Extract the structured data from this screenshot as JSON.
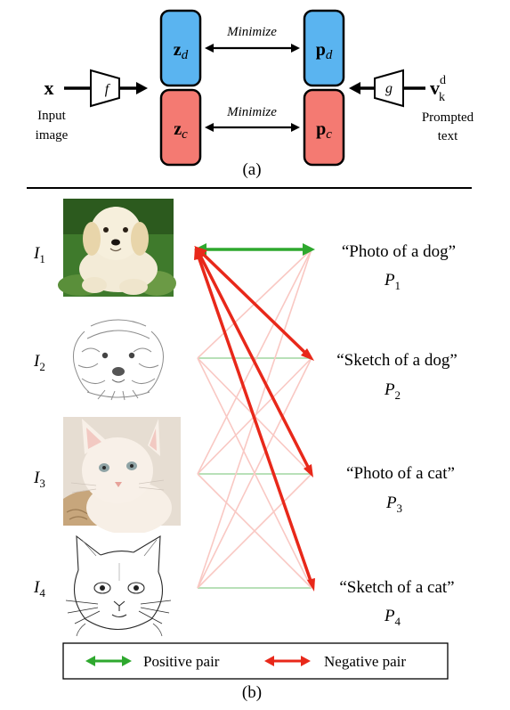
{
  "panel_a": {
    "input_symbol": "x",
    "input_caption_line1": "Input",
    "input_caption_line2": "image",
    "encoder_image": "f",
    "encoder_text": "g",
    "z_domain_base": "z",
    "z_domain_sub": "d",
    "z_content_base": "z",
    "z_content_sub": "c",
    "p_domain_base": "p",
    "p_domain_sub": "d",
    "p_content_base": "p",
    "p_content_sub": "c",
    "minimize_top": "Minimize",
    "minimize_bottom": "Minimize",
    "text_symbol_base": "v",
    "text_symbol_sub": "k",
    "text_symbol_sup": "d",
    "text_caption_line1": "Prompted",
    "text_caption_line2": "text",
    "caption": "(a)",
    "colors": {
      "domain_box": "#5ab4f0",
      "content_box": "#f47a72"
    }
  },
  "panel_b": {
    "images": [
      {
        "label_base": "I",
        "label_sub": "1",
        "icon": "dog-photo"
      },
      {
        "label_base": "I",
        "label_sub": "2",
        "icon": "dog-sketch"
      },
      {
        "label_base": "I",
        "label_sub": "3",
        "icon": "cat-photo"
      },
      {
        "label_base": "I",
        "label_sub": "4",
        "icon": "cat-sketch"
      }
    ],
    "prompts": [
      {
        "text": "“Photo of a dog”",
        "label_base": "P",
        "label_sub": "1"
      },
      {
        "text": "“Sketch of a dog”",
        "label_base": "P",
        "label_sub": "2"
      },
      {
        "text": "“Photo of a cat”",
        "label_base": "P",
        "label_sub": "3"
      },
      {
        "text": "“Sketch of a cat”",
        "label_base": "P",
        "label_sub": "4"
      }
    ],
    "legend": {
      "positive_label": "Positive pair",
      "negative_label": "Negative pair",
      "positive_color": "#2ea82e",
      "negative_color": "#e8281a"
    },
    "caption": "(b)"
  }
}
